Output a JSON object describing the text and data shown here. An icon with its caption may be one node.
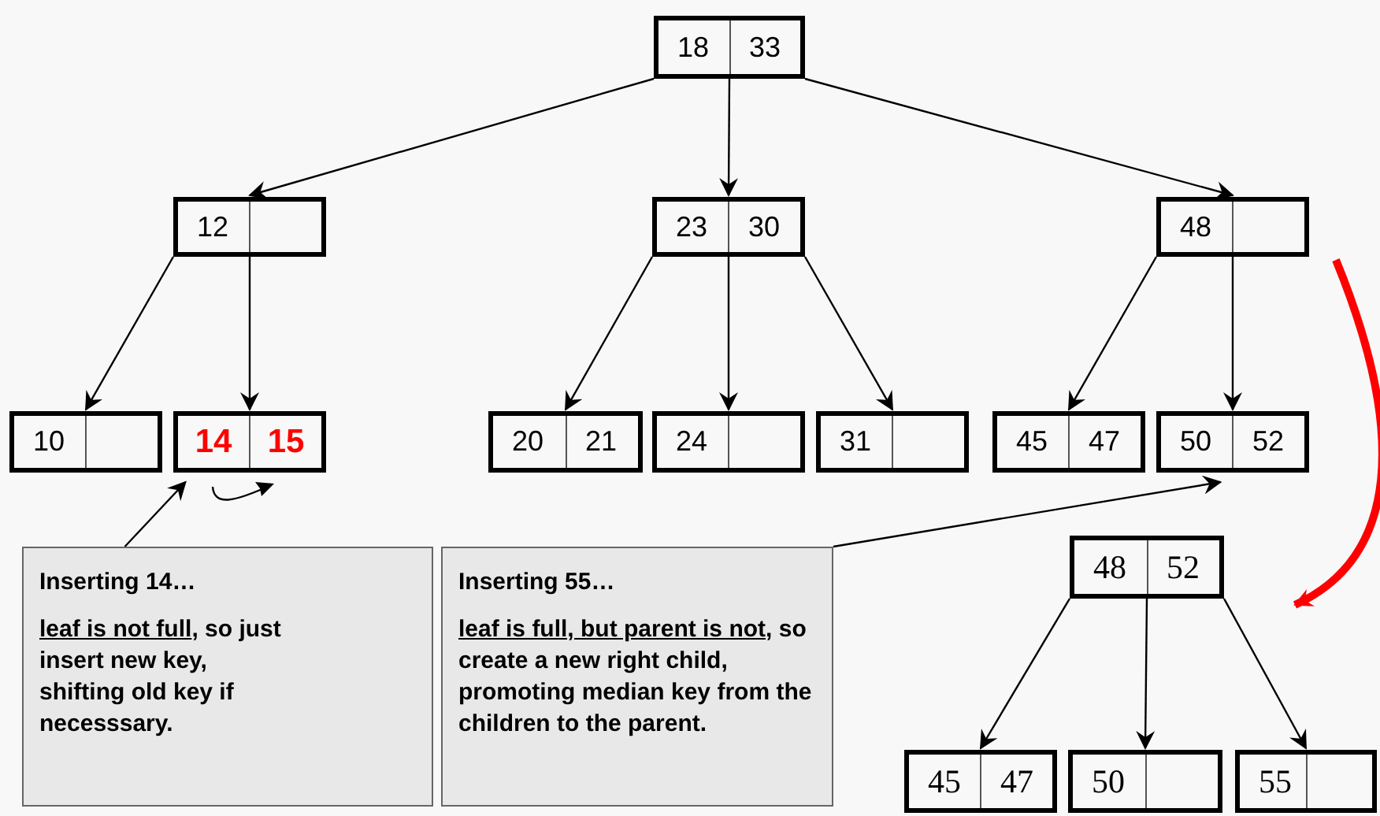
{
  "diagram": {
    "nodes": [
      {
        "text": [
          "18",
          "33"
        ]
      },
      {
        "text": [
          "12"
        ]
      },
      {
        "text": [
          "23",
          "30"
        ]
      },
      {
        "text": [
          "48"
        ]
      },
      {
        "text": [
          "10"
        ]
      },
      {
        "text": [
          "14",
          "15"
        ]
      },
      {
        "text": [
          "20",
          "21"
        ]
      },
      {
        "text": [
          "24"
        ]
      },
      {
        "text": [
          "31"
        ]
      },
      {
        "text": [
          "45",
          "47"
        ]
      },
      {
        "text": [
          "50",
          "52"
        ]
      },
      {
        "text": [
          "Inserting 14…",
          "*leaf is not full*, so just insert new key, shifting old key if necesssary."
        ]
      },
      {
        "text": [
          "Inserting 55…",
          "*leaf is full, but parent is not*, so create a new right child, promoting median key from the children to the parent."
        ]
      },
      {
        "text": [
          "48",
          "52"
        ]
      },
      {
        "text": [
          "45",
          "47"
        ]
      },
      {
        "text": [
          "50"
        ]
      },
      {
        "text": [
          "55"
        ]
      }
    ],
    "edges": [
      {
        "from": 0,
        "to": 1,
        "arrow": "to"
      },
      {
        "from": 0,
        "to": 2,
        "arrow": "to"
      },
      {
        "from": 0,
        "to": 3,
        "arrow": "to"
      },
      {
        "from": 1,
        "to": 4,
        "arrow": "to"
      },
      {
        "from": 1,
        "to": 5,
        "arrow": "to"
      },
      {
        "from": 2,
        "to": 6,
        "arrow": "to"
      },
      {
        "from": 2,
        "to": 7,
        "arrow": "to"
      },
      {
        "from": 2,
        "to": 8,
        "arrow": "to"
      },
      {
        "from": 3,
        "to": 9,
        "arrow": "to"
      },
      {
        "from": 3,
        "to": 10,
        "arrow": "to"
      },
      {
        "from": 11,
        "to": 5,
        "arrow": "to"
      },
      {
        "from": 12,
        "to": 10,
        "arrow": "to"
      },
      {
        "from": 3,
        "to": 13,
        "arrow": "to",
        "style": "thick",
        "color": "#ff0000"
      },
      {
        "from": 13,
        "to": 14,
        "arrow": "to"
      },
      {
        "from": 13,
        "to": 15,
        "arrow": "to"
      },
      {
        "from": 13,
        "to": 16,
        "arrow": "to"
      }
    ]
  }
}
